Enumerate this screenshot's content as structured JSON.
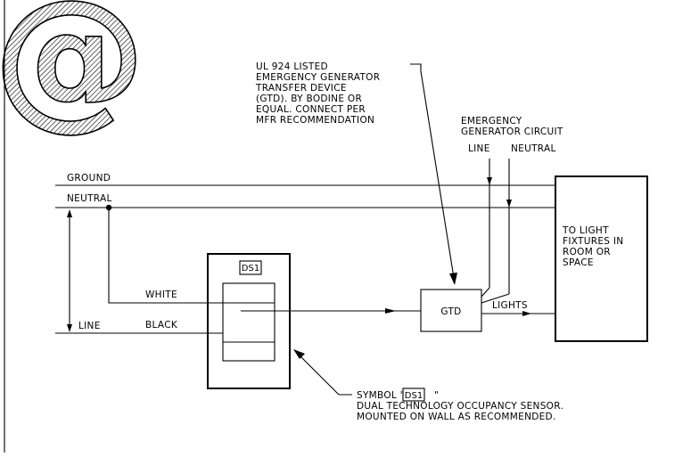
{
  "logo": {
    "glyph": "@"
  },
  "gtd_note": [
    "UL 924 LISTED",
    "EMERGENCY GENERATOR",
    "TRANSFER DEVICE",
    "(GTD). BY BODINE OR",
    "EQUAL. CONNECT PER",
    "MFR RECOMMENDATION"
  ],
  "emergency_circuit": {
    "title": [
      "EMERGENCY",
      "GENERATOR CIRCUIT"
    ],
    "line": "LINE",
    "neutral": "NEUTRAL"
  },
  "wires": {
    "ground": "GROUND",
    "neutral": "NEUTRAL",
    "line": "LINE",
    "white": "WHITE",
    "black": "BLACK",
    "lights": "LIGHTS"
  },
  "sensor": {
    "tag": "DS1"
  },
  "gtd": {
    "label": "GTD"
  },
  "fixtures": {
    "lines": [
      "TO LIGHT",
      "FIXTURES IN",
      "ROOM OR",
      "SPACE"
    ]
  },
  "symbol_note": {
    "prefix": "SYMBOL \"",
    "tag": "DS1",
    "suffix": "\"",
    "lines": [
      "DUAL TECHNOLOGY OCCUPANCY SENSOR.",
      "MOUNTED ON WALL AS RECOMMENDED."
    ]
  }
}
